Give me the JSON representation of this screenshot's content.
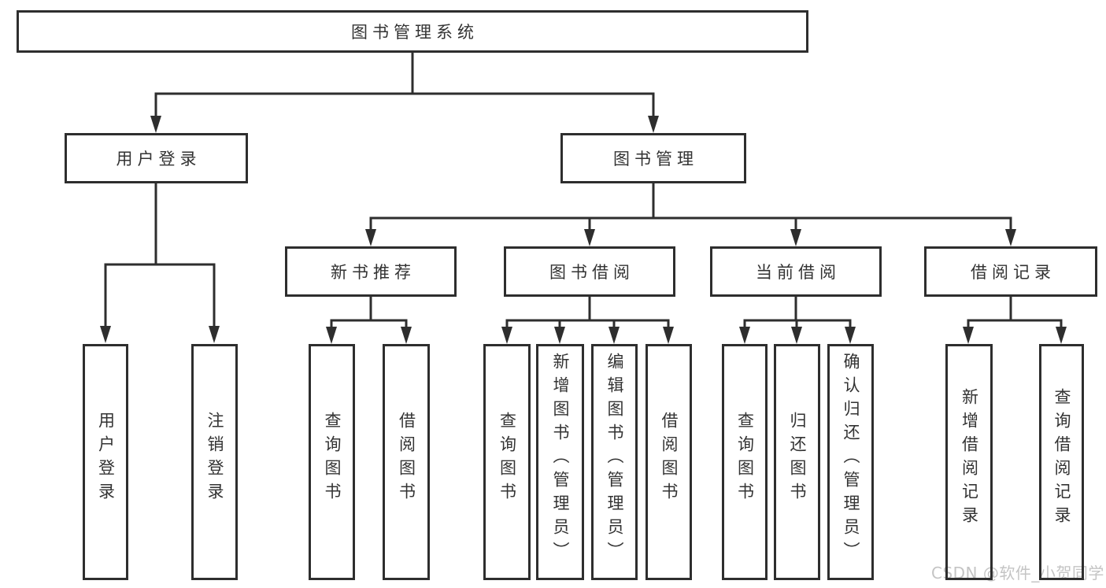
{
  "tree": {
    "label": "图书管理系统",
    "children": [
      {
        "label": "用户登录",
        "children": [
          {
            "label": "用户登录"
          },
          {
            "label": "注销登录"
          }
        ]
      },
      {
        "label": "图书管理",
        "children": [
          {
            "label": "新书推荐",
            "children": [
              {
                "label": "查询图书"
              },
              {
                "label": "借阅图书"
              }
            ]
          },
          {
            "label": "图书借阅",
            "children": [
              {
                "label": "查询图书"
              },
              {
                "label": "新增图书（管理员）"
              },
              {
                "label": "编辑图书（管理员）"
              },
              {
                "label": "借阅图书"
              }
            ]
          },
          {
            "label": "当前借阅",
            "children": [
              {
                "label": "查询图书"
              },
              {
                "label": "归还图书"
              },
              {
                "label": "确认归还（管理员）"
              }
            ]
          },
          {
            "label": "借阅记录",
            "children": [
              {
                "label": "新增借阅记录"
              },
              {
                "label": "查询借阅记录"
              }
            ]
          }
        ]
      }
    ]
  },
  "watermark": {
    "text": "CSDN @软件_小贺同学"
  },
  "colors": {
    "line": "#2e2e2e",
    "text": "#333333",
    "background": "#ffffff",
    "watermark": "#c4c4c4"
  }
}
